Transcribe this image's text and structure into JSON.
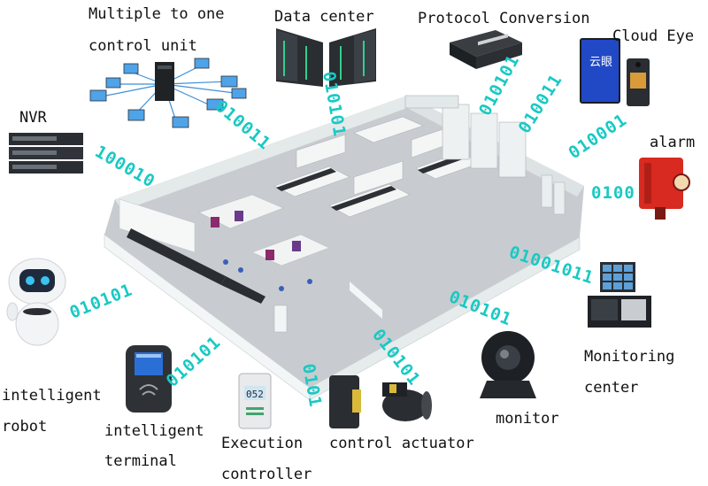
{
  "labels": {
    "multi_control": [
      "Multiple to one",
      "control unit"
    ],
    "data_center": "Data center",
    "protocol": "Protocol Conversion",
    "cloud_eye": "Cloud Eye",
    "nvr": "NVR",
    "alarm": "alarm",
    "robot": [
      "intelligent",
      "robot"
    ],
    "terminal": [
      "intelligent",
      "terminal"
    ],
    "execution": [
      "Execution",
      "controller"
    ],
    "actuator": "control actuator",
    "monitor": "monitor",
    "monitoring_center": [
      "Monitoring",
      "center"
    ]
  },
  "binary": {
    "nvr": "100010",
    "multi": "010011",
    "data_center": "010101",
    "protocol_a": "010101",
    "protocol_b": "010011",
    "cloud_eye": "010001",
    "alarm": "0100",
    "monitoring": "01001011",
    "monitor": "010101",
    "actuator": "010101",
    "execution": "0101",
    "terminal": "010101",
    "robot": "010101"
  },
  "device_screens": {
    "cloud_eye_screen": "云眼",
    "execution_readout": "052"
  },
  "colors": {
    "binary": "#19c9c4",
    "text": "#111111",
    "floor": "#c9cdd0",
    "wall": "#eef2f3",
    "counter": "#2a2e33"
  }
}
